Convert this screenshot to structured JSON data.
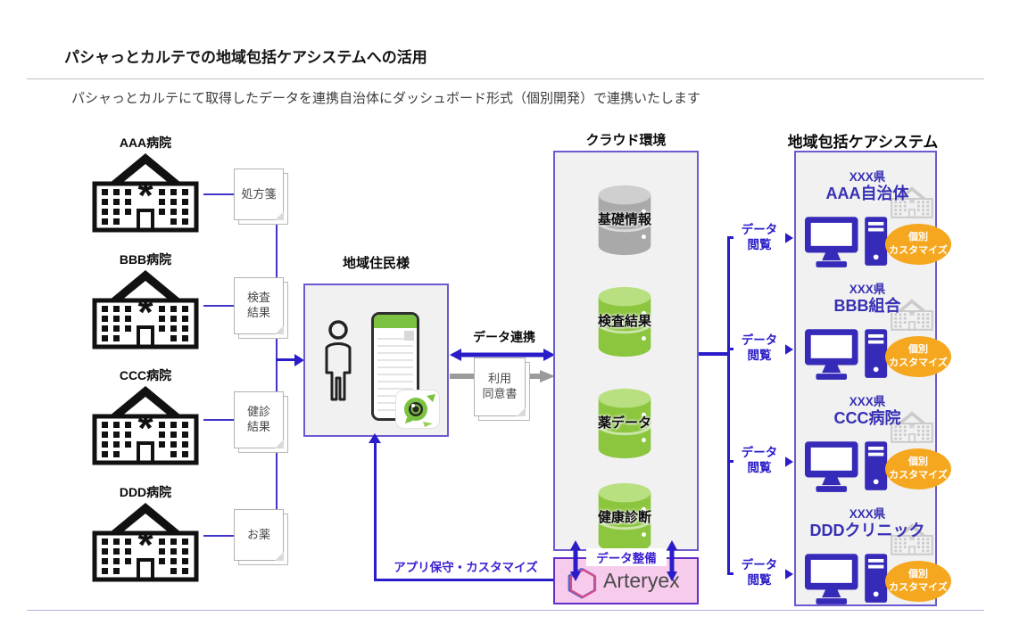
{
  "header": {
    "title": "パシャっとカルテでの地域包括ケアシステムへの活用",
    "subtitle": "パシャっとカルテにて取得したデータを連携自治体にダッシュボード形式（個別開発）で連携いたします"
  },
  "hospitals": [
    {
      "name": "AAA病院",
      "doc_lines": [
        "処方箋"
      ]
    },
    {
      "name": "BBB病院",
      "doc_lines": [
        "検査",
        "結果"
      ]
    },
    {
      "name": "CCC病院",
      "doc_lines": [
        "健診",
        "結果"
      ]
    },
    {
      "name": "DDD病院",
      "doc_lines": [
        "お薬"
      ]
    }
  ],
  "resident": {
    "title": "地域住民様"
  },
  "flows": {
    "data_link": "データ連携",
    "consent_lines": [
      "利用",
      "同意書"
    ],
    "app_maintenance": "アプリ保守・カスタマイズ",
    "data_prep": "データ整備",
    "data_view_lines": [
      "データ",
      "閲覧"
    ]
  },
  "cloud": {
    "title": "クラウド環境",
    "databases": [
      {
        "label": "基礎情報",
        "color": "gray"
      },
      {
        "label": "検査結果",
        "color": "green"
      },
      {
        "label": "薬データ",
        "color": "green"
      },
      {
        "label": "健康診断",
        "color": "green"
      }
    ]
  },
  "vendor": {
    "name": "Arteryex"
  },
  "care_system": {
    "title": "地域包括ケアシステム",
    "entries": [
      {
        "prefecture": "XXX県",
        "name": "AAA自治体",
        "badge_lines": [
          "個別",
          "カスタマイズ"
        ]
      },
      {
        "prefecture": "XXX県",
        "name": "BBB組合",
        "badge_lines": [
          "個別",
          "カスタマイズ"
        ]
      },
      {
        "prefecture": "XXX県",
        "name": "CCC病院",
        "badge_lines": [
          "個別",
          "カスタマイズ"
        ]
      },
      {
        "prefecture": "XXX県",
        "name": "DDDクリニック",
        "badge_lines": [
          "個別",
          "カスタマイズ"
        ]
      }
    ]
  },
  "colors": {
    "line_purple": "#2a1cc8",
    "border_purple": "#6a5bd0",
    "box_fill": "#f1f1f1",
    "vendor_pink": "#f7cbec",
    "badge_orange": "#f5a81f",
    "db_green": "#8cc63e",
    "db_gray": "#a9a9a9",
    "app_green": "#7cc242",
    "entry_text_purple": "#3730b4"
  }
}
